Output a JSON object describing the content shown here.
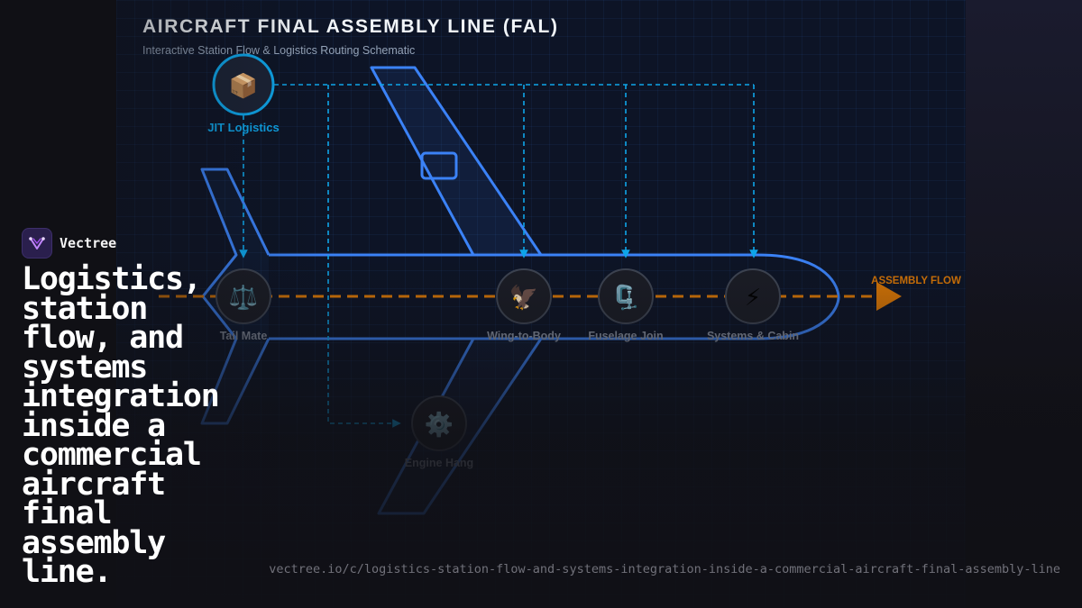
{
  "diagram": {
    "title": "AIRCRAFT FINAL ASSEMBLY LINE (FAL)",
    "subtitle": "Interactive Station Flow & Logistics Routing Schematic",
    "flow_label": "ASSEMBLY FLOW",
    "colors": {
      "aircraft_outline": "#3b82f6",
      "logistics_route": "#0ea5e9",
      "assembly_flow": "#d97706",
      "station_ring": "#3f4654",
      "station_fill": "#1b1d26"
    },
    "logistics_hub": {
      "label": "JIT Logistics",
      "icon": "package-icon",
      "glyph": "📦"
    },
    "stations": [
      {
        "label": "Tail Mate",
        "icon": "scales-icon",
        "glyph": "⚖️"
      },
      {
        "label": "Wing-to-Body",
        "icon": "eagle-icon",
        "glyph": "🦅"
      },
      {
        "label": "Fuselage Join",
        "icon": "clamp-icon",
        "glyph": "🗜️"
      },
      {
        "label": "Systems & Cabin",
        "icon": "lightning-icon",
        "glyph": "⚡"
      },
      {
        "label": "Engine Hang",
        "icon": "gear-icon",
        "glyph": "⚙️"
      }
    ]
  },
  "brand": {
    "name": "Vectree",
    "logo_icon": "vectree-logo-icon"
  },
  "headline": "Logistics, station flow, and systems integration inside a commercial aircraft final assembly line.",
  "source_url": "vectree.io/c/logistics-station-flow-and-systems-integration-inside-a-commercial-aircraft-final-assembly-line"
}
